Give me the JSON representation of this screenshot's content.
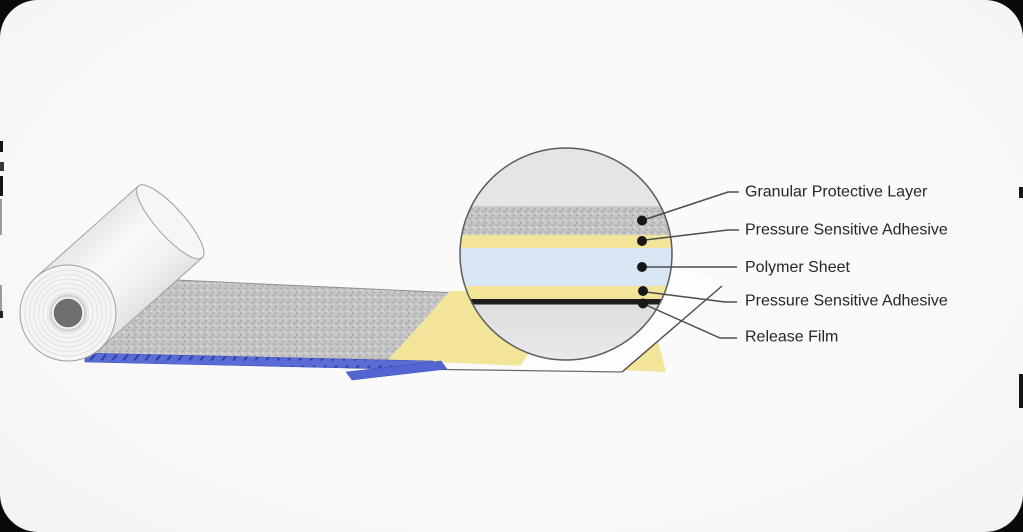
{
  "frame": {
    "outer_background": "#0a0a0a",
    "inner_background": "#f8f8f8"
  },
  "labels": [
    {
      "text": "Granular Protective Layer"
    },
    {
      "text": "Pressure Sensitive Adhesive"
    },
    {
      "text": "Polymer Sheet"
    },
    {
      "text": "Pressure Sensitive Adhesive"
    },
    {
      "text": "Release Film"
    }
  ],
  "colors": {
    "granular": "#c3c3c3",
    "granular-dark": "#a5a5a5",
    "granular-light": "#dcdcdc",
    "adhesive": "#f2e59a",
    "polymer": "#d9e7f4",
    "release-film": "#1e1e1e",
    "film-white": "#fdfdfd",
    "zigzag-blue": "#5b6cd6",
    "zigzag-dark": "#2e3ea6",
    "circle-top": "#e5e5e5",
    "circle-bottom": "#e1e1e1",
    "leader": "#4c4c4c",
    "dot": "#171717",
    "label-text": "#262626",
    "roll-outline": "#a0a0a0",
    "edge-mark": "#151515"
  }
}
